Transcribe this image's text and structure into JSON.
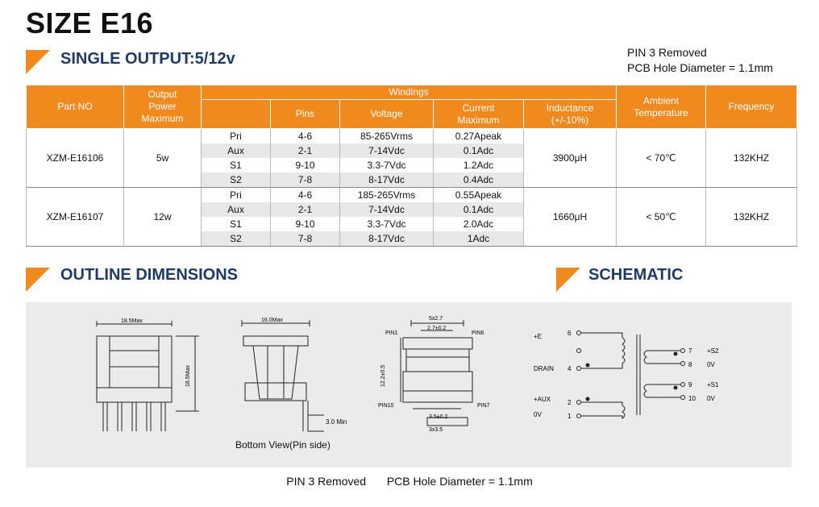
{
  "title": "SIZE E16",
  "single_output": "SINGLE OUTPUT:5/12v",
  "notes": {
    "line1": "PIN 3 Removed",
    "line2": "PCB Hole Diameter = 1.1mm"
  },
  "table": {
    "headers": {
      "part_no": "Part NO",
      "output_power": [
        "Output",
        "Power",
        "Maximum"
      ],
      "windings": "Windings",
      "pins": "Pins",
      "voltage": "Voltage",
      "current": [
        "Current",
        "Maximum"
      ],
      "inductance": [
        "Inductance",
        "(+/-10%)"
      ],
      "ambient": [
        "Ambient",
        "Temperature"
      ],
      "frequency": "Frequency"
    },
    "rows": [
      {
        "part": "XZM-E16106",
        "power": "5w",
        "inductance": "3900μH",
        "temp": "< 70℃",
        "freq": "132KHZ",
        "windings": [
          {
            "name": "Pri",
            "pins": "4-6",
            "voltage": "85-265Vrms",
            "current": "0.27Apeak"
          },
          {
            "name": "Aux",
            "pins": "2-1",
            "voltage": "7-14Vdc",
            "current": "0.1Adc"
          },
          {
            "name": "S1",
            "pins": "9-10",
            "voltage": "3.3-7Vdc",
            "current": "1.2Adc"
          },
          {
            "name": "S2",
            "pins": "7-8",
            "voltage": "8-17Vdc",
            "current": "0.4Adc"
          }
        ]
      },
      {
        "part": "XZM-E16107",
        "power": "12w",
        "inductance": "1660μH",
        "temp": "< 50℃",
        "freq": "132KHZ",
        "windings": [
          {
            "name": "Pri",
            "pins": "4-6",
            "voltage": "185-265Vrms",
            "current": "0.55Apeak"
          },
          {
            "name": "Aux",
            "pins": "2-1",
            "voltage": "7-14Vdc",
            "current": "0.1Adc"
          },
          {
            "name": "S1",
            "pins": "9-10",
            "voltage": "3.3-7Vdc",
            "current": "2.0Adc"
          },
          {
            "name": "S2",
            "pins": "7-8",
            "voltage": "8-17Vdc",
            "current": "1Adc"
          }
        ]
      }
    ]
  },
  "outline_title": "OUTLINE DIMENSIONS",
  "schematic_title": "SCHEMATIC",
  "drawing": {
    "dim_width_1": "18.5Max",
    "dim_height_1": "18.5Max",
    "dim_width_2": "16.0Max",
    "pin_length": "3.0 Min",
    "bottom_view": "Bottom View(Pin side)",
    "top_dim": "5x2.7",
    "top_dim2": "2.7±0.2",
    "pin1": "PIN1",
    "pin6": "PIN6",
    "pin10": "PIN10",
    "pin7": "PIN7",
    "height_dim": "12.2±0.5",
    "bottom_dim": "3.5±0.2",
    "bottom_dim2": "3x3.5"
  },
  "schematic": {
    "plus_e": "+E",
    "n6": "6",
    "drain": "DRAIN",
    "n4": "4",
    "plus_aux": "+AUX",
    "n2": "2",
    "zero_v": "0V",
    "n1": "1",
    "n7": "7",
    "s2": "+S2",
    "n8": "8",
    "zero_v2": "0V",
    "n9": "9",
    "s1": "+S1",
    "n10": "10",
    "zero_v3": "0V"
  },
  "footer": {
    "a": "PIN 3 Removed",
    "b": "PCB Hole Diameter = 1.1mm"
  },
  "colors": {
    "accent": "#f08a1e",
    "heading": "#1f3b63"
  }
}
